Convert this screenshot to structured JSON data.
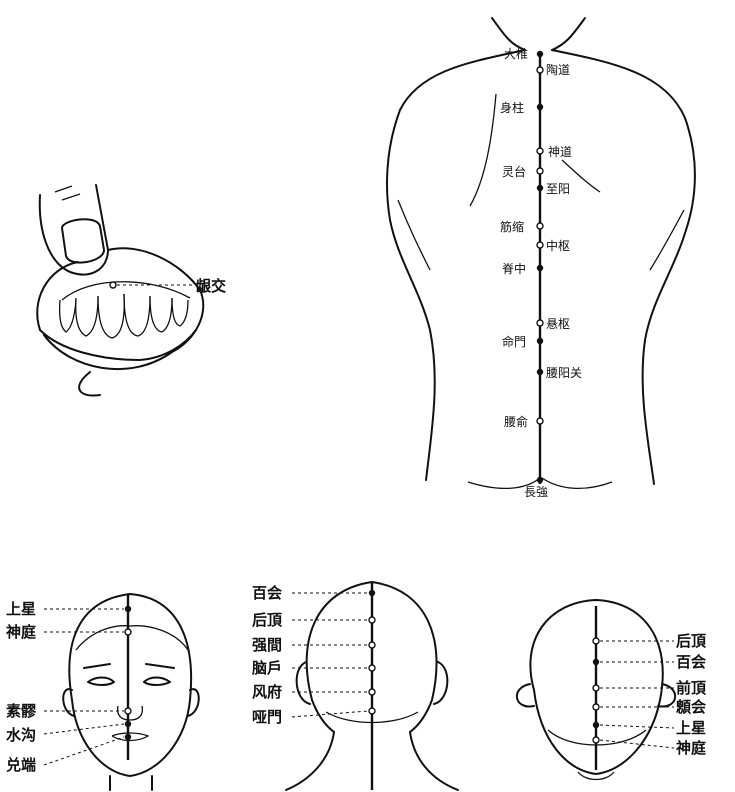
{
  "mouth": {
    "points": [
      {
        "label": "龈交"
      }
    ]
  },
  "back": {
    "points": [
      {
        "label": "大椎"
      },
      {
        "label": "陶道"
      },
      {
        "label": "身柱"
      },
      {
        "label": "神道"
      },
      {
        "label": "灵台"
      },
      {
        "label": "至阳"
      },
      {
        "label": "筋缩"
      },
      {
        "label": "中枢"
      },
      {
        "label": "脊中"
      },
      {
        "label": "悬枢"
      },
      {
        "label": "命門"
      },
      {
        "label": "腰阳关"
      },
      {
        "label": "腰俞"
      },
      {
        "label": "長強"
      }
    ]
  },
  "face": {
    "points": [
      {
        "label": "上星"
      },
      {
        "label": "神庭"
      },
      {
        "label": "素髎"
      },
      {
        "label": "水沟"
      },
      {
        "label": "兑端"
      }
    ]
  },
  "back_head": {
    "points": [
      {
        "label": "百会"
      },
      {
        "label": "后頂"
      },
      {
        "label": "强間"
      },
      {
        "label": "脑戶"
      },
      {
        "label": "风府"
      },
      {
        "label": "哑門"
      }
    ]
  },
  "top_head": {
    "points": [
      {
        "label": "后頂"
      },
      {
        "label": "百会"
      },
      {
        "label": "前頂"
      },
      {
        "label": "顖会"
      },
      {
        "label": "上星"
      },
      {
        "label": "神庭"
      }
    ]
  }
}
